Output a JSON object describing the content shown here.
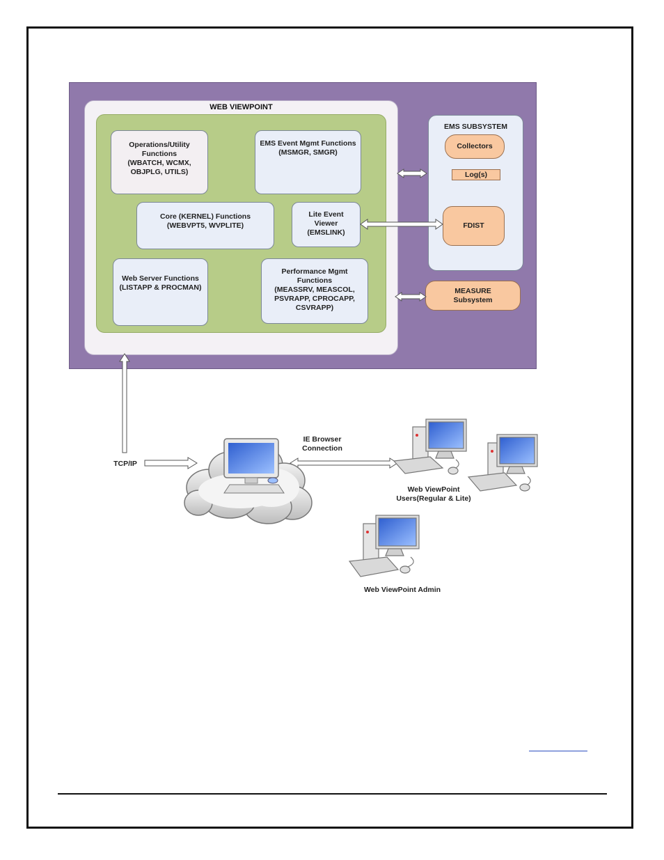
{
  "diagram": {
    "web_viewpoint_title": "WEB VIEWPOINT",
    "ops_utility": [
      "Operations/Utility",
      "Functions",
      "(WBATCH, WCMX,",
      "OBJPLG, UTILS)"
    ],
    "ems_event": [
      "EMS Event Mgmt Functions",
      "(MSMGR, SMGR)"
    ],
    "core_kernel": [
      "Core (KERNEL) Functions",
      "(WEBVPT5, WVPLITE)"
    ],
    "lite_event": [
      "Lite Event",
      "Viewer",
      "(EMSLINK)"
    ],
    "web_server": [
      "Web Server Functions",
      "(LISTAPP & PROCMAN)"
    ],
    "performance": [
      "Performance Mgmt",
      "Functions",
      "(MEASSRV, MEASCOL,",
      "PSVRAPP, CPROCAPP,",
      "CSVRAPP)"
    ],
    "ems_subsystem_title": "EMS SUBSYSTEM",
    "collectors": "Collectors",
    "logs": "Log(s)",
    "fdist": "FDIST",
    "measure": [
      "MEASURE",
      "Subsystem"
    ],
    "tcpip": "TCP/IP",
    "ie_browser": [
      "IE Browser",
      "Connection"
    ],
    "users": [
      "Web ViewPoint",
      "Users(Regular & Lite)"
    ],
    "admin": "Web ViewPoint Admin"
  },
  "colors": {
    "purple": "#9079ab",
    "green": "#b7cc88",
    "box": "#e9eef8",
    "orange": "#f9c8a0"
  }
}
